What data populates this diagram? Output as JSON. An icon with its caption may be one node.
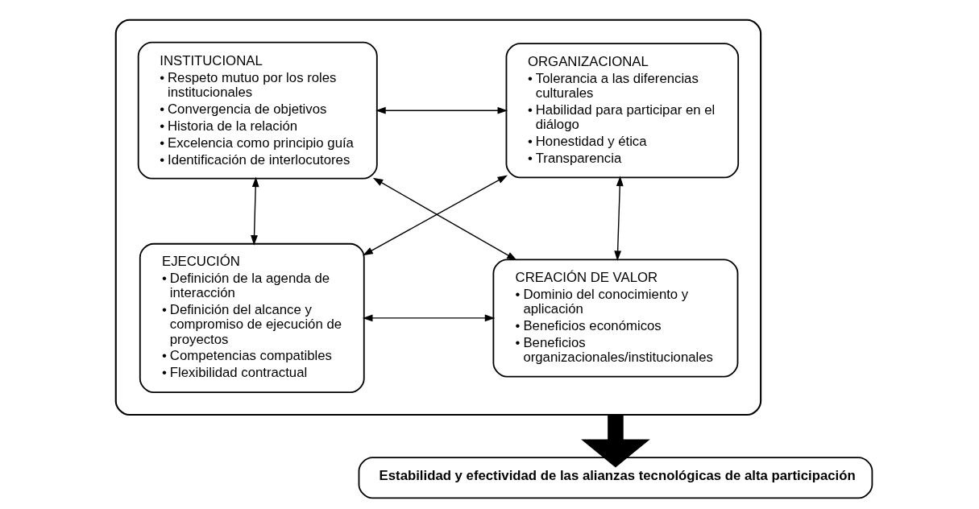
{
  "diagram": {
    "nodes": [
      {
        "text": [],
        "shape": "box"
      },
      {
        "text": [
          "INSTITUCIONAL",
          "• Respeto mutuo por los roles institucionales",
          "• Convergencia de objetivos",
          "• Historia de la relación",
          "• Excelencia como principio guía",
          "• Identificación de interlocutores"
        ],
        "in": 0
      },
      {
        "text": [
          "ORGANIZACIONAL",
          "• Tolerancia a las diferencias culturales",
          "• Habilidad para participar en el diálogo",
          "• Honestidad y ética",
          "• Transparencia"
        ],
        "in": 0
      },
      {
        "text": [
          "EJECUCIÓN",
          "• Definición de la agenda de interacción",
          "• Definición del alcance y compromiso de ejecución de proyectos",
          "• Competencias compatibles",
          "• Flexibilidad contractual"
        ],
        "in": 0
      },
      {
        "text": [
          "CREACIÓN DE VALOR",
          "• Dominio del conocimiento y aplicación",
          "• Beneficios económicos",
          "• Beneficios organizacionales/institucionales"
        ],
        "in": 0
      },
      {
        "text": [
          "Estabilidad y efectividad de las alianzas tecnológicas de alta participación"
        ]
      }
    ],
    "edges": [
      {
        "from": 1,
        "to": 2,
        "arrow": "both"
      },
      {
        "from": 1,
        "to": 4,
        "arrow": "both"
      },
      {
        "from": 2,
        "to": 3,
        "arrow": "both"
      },
      {
        "from": 1,
        "to": 3,
        "arrow": "both"
      },
      {
        "from": 2,
        "to": 4,
        "arrow": "both"
      },
      {
        "from": 3,
        "to": 4,
        "arrow": "both"
      },
      {
        "from": 0,
        "to": 5,
        "arrow": "to",
        "style": "thick"
      }
    ]
  }
}
